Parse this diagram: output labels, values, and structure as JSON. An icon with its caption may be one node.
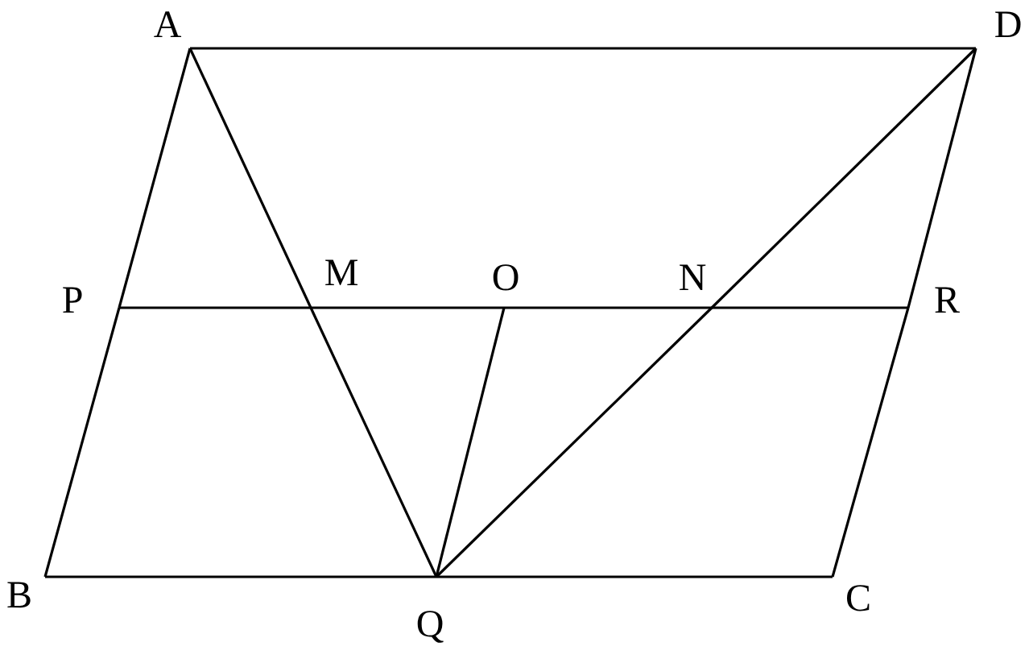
{
  "diagram": {
    "nodes": [
      {
        "text": [
          "A"
        ]
      },
      {
        "text": [
          "D"
        ]
      },
      {
        "text": [
          "P"
        ]
      },
      {
        "text": [
          "M"
        ]
      },
      {
        "text": [
          "O"
        ]
      },
      {
        "text": [
          "N"
        ]
      },
      {
        "text": [
          "R"
        ]
      },
      {
        "text": [
          "B"
        ]
      },
      {
        "text": [
          "Q"
        ]
      },
      {
        "text": [
          "C"
        ]
      }
    ],
    "edges": [
      {
        "from": 0,
        "to": 1,
        "arrow": "none"
      },
      {
        "from": 0,
        "to": 2,
        "arrow": "none"
      },
      {
        "from": 2,
        "to": 7,
        "arrow": "none"
      },
      {
        "from": 1,
        "to": 6,
        "arrow": "none"
      },
      {
        "from": 6,
        "to": 9,
        "arrow": "none"
      },
      {
        "from": 7,
        "to": 8,
        "arrow": "none"
      },
      {
        "from": 8,
        "to": 9,
        "arrow": "none"
      },
      {
        "from": 2,
        "to": 3,
        "arrow": "none"
      },
      {
        "from": 3,
        "to": 4,
        "arrow": "none"
      },
      {
        "from": 4,
        "to": 5,
        "arrow": "none"
      },
      {
        "from": 5,
        "to": 6,
        "arrow": "none"
      },
      {
        "from": 0,
        "to": 3,
        "arrow": "none"
      },
      {
        "from": 3,
        "to": 8,
        "arrow": "none"
      },
      {
        "from": 1,
        "to": 5,
        "arrow": "none"
      },
      {
        "from": 5,
        "to": 8,
        "arrow": "none"
      },
      {
        "from": 4,
        "to": 8,
        "arrow": "none"
      }
    ]
  }
}
